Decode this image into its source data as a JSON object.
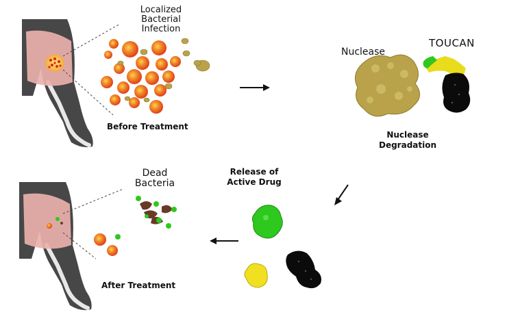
{
  "top_left": {
    "infection_label_lines": [
      "Localized",
      "Bacterial",
      "Infection"
    ],
    "caption": "Before Treatment"
  },
  "top_right": {
    "nuclease_label": "Nuclease",
    "toucan_label": "TOUCAN",
    "caption_lines": [
      "Nuclease",
      "Degradation"
    ]
  },
  "bottom_middle": {
    "caption_lines": [
      "Release of",
      "Active Drug"
    ]
  },
  "bottom_left": {
    "dead_label_lines": [
      "Dead",
      "Bacteria"
    ],
    "caption": "After Treatment"
  },
  "colors": {
    "nuclease": "#b9a24a",
    "drug_green": "#2ec81e",
    "drug_yellow": "#f0e020",
    "drug_black": "#0b0b0b",
    "leg": "#444444",
    "skin": "#eab1ad",
    "bacteria": "#e85a1a"
  },
  "icons": [
    "dog-hind-leg-icon",
    "bacteria-cluster-icon",
    "protein-surface-icon",
    "arrow-icon"
  ]
}
